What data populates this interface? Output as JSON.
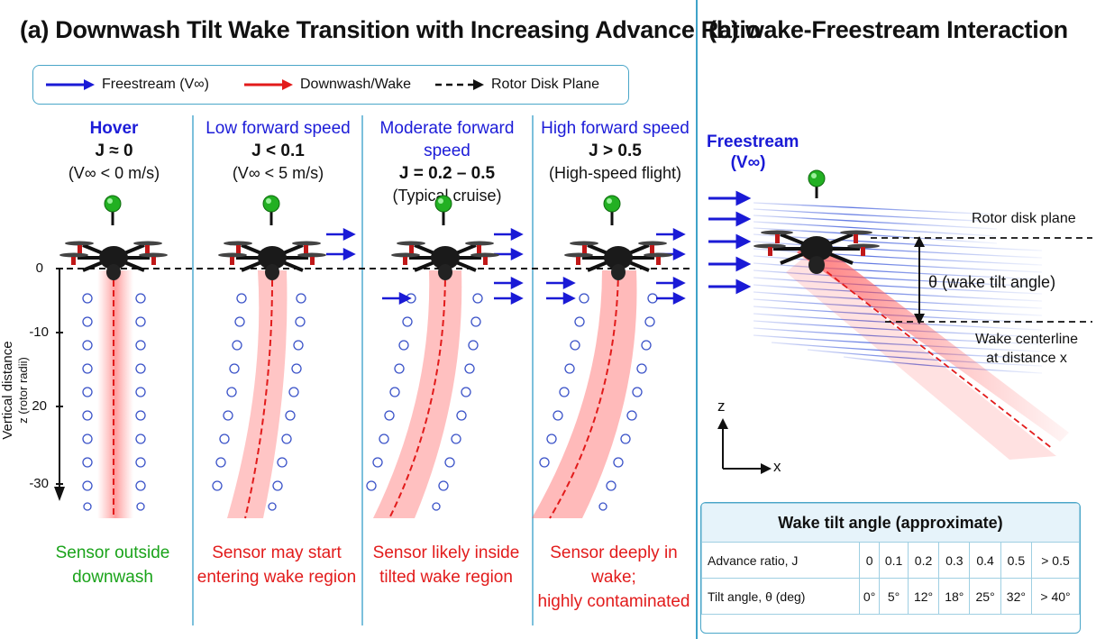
{
  "panel_a": {
    "title": "(a) Downwash Tilt Wake Transition with Increasing Advance Ratio",
    "legend": {
      "freestream": "Freestream (V∞)",
      "downwash": "Downwash/Wake",
      "rotor_plane": "Rotor Disk Plane"
    },
    "columns": [
      {
        "label": "Hover",
        "j": "J ≈ 0",
        "speed": "(V∞ < 0 m/s)",
        "sensor_line1": "Sensor outside",
        "sensor_line2": "downwash",
        "sensor_color": "#1aa31a"
      },
      {
        "label": "Low forward speed",
        "j": "J < 0.1",
        "speed": "(V∞ < 5 m/s)",
        "sensor_line1": "Sensor may start",
        "sensor_line2": "entering wake region",
        "sensor_color": "#e21b1b"
      },
      {
        "label": "Moderate forward speed",
        "j": "J = 0.2 – 0.5",
        "speed": "(Typical cruise)",
        "sensor_line1": "Sensor likely inside",
        "sensor_line2": "tilted wake region",
        "sensor_color": "#e21b1b"
      },
      {
        "label": "High forward speed",
        "j": "J > 0.5",
        "speed": "(High-speed flight)",
        "sensor_line1": "Sensor deeply in wake;",
        "sensor_line2": "highly contaminated",
        "sensor_color": "#e21b1b"
      }
    ],
    "axis": {
      "label_line1": "Vertical distance",
      "label_line2": "z (rotor radii)",
      "ticks": [
        "0",
        "-10",
        "20",
        "-30"
      ]
    }
  },
  "panel_b": {
    "title": "(b)  wake-Freestream Interaction",
    "freestream_line1": "Freestream",
    "freestream_line2": "(V∞)",
    "rotor_plane_label": "Rotor disk plane",
    "theta_label": "θ (wake tilt angle)",
    "centerline_line1": "Wake centerline",
    "centerline_line2": "at distance x",
    "axis_z": "z",
    "axis_x": "x"
  },
  "table": {
    "caption": "Wake tilt angle (approximate)",
    "row1_header": "Advance ratio, J",
    "row1": [
      "0",
      "0.1",
      "0.2",
      "0.3",
      "0.4",
      "0.5",
      "> 0.5"
    ],
    "row2_header": "Tilt angle, θ (deg)",
    "row2": [
      "0°",
      "5°",
      "12°",
      "18°",
      "25°",
      "32°",
      "> 40°"
    ]
  },
  "colors": {
    "freestream": "#1a1ad6",
    "downwash": "#e21b1b",
    "sensor_safe": "#1aa31a",
    "divider": "#7cc0dc",
    "table_border": "#4aa6c8"
  }
}
